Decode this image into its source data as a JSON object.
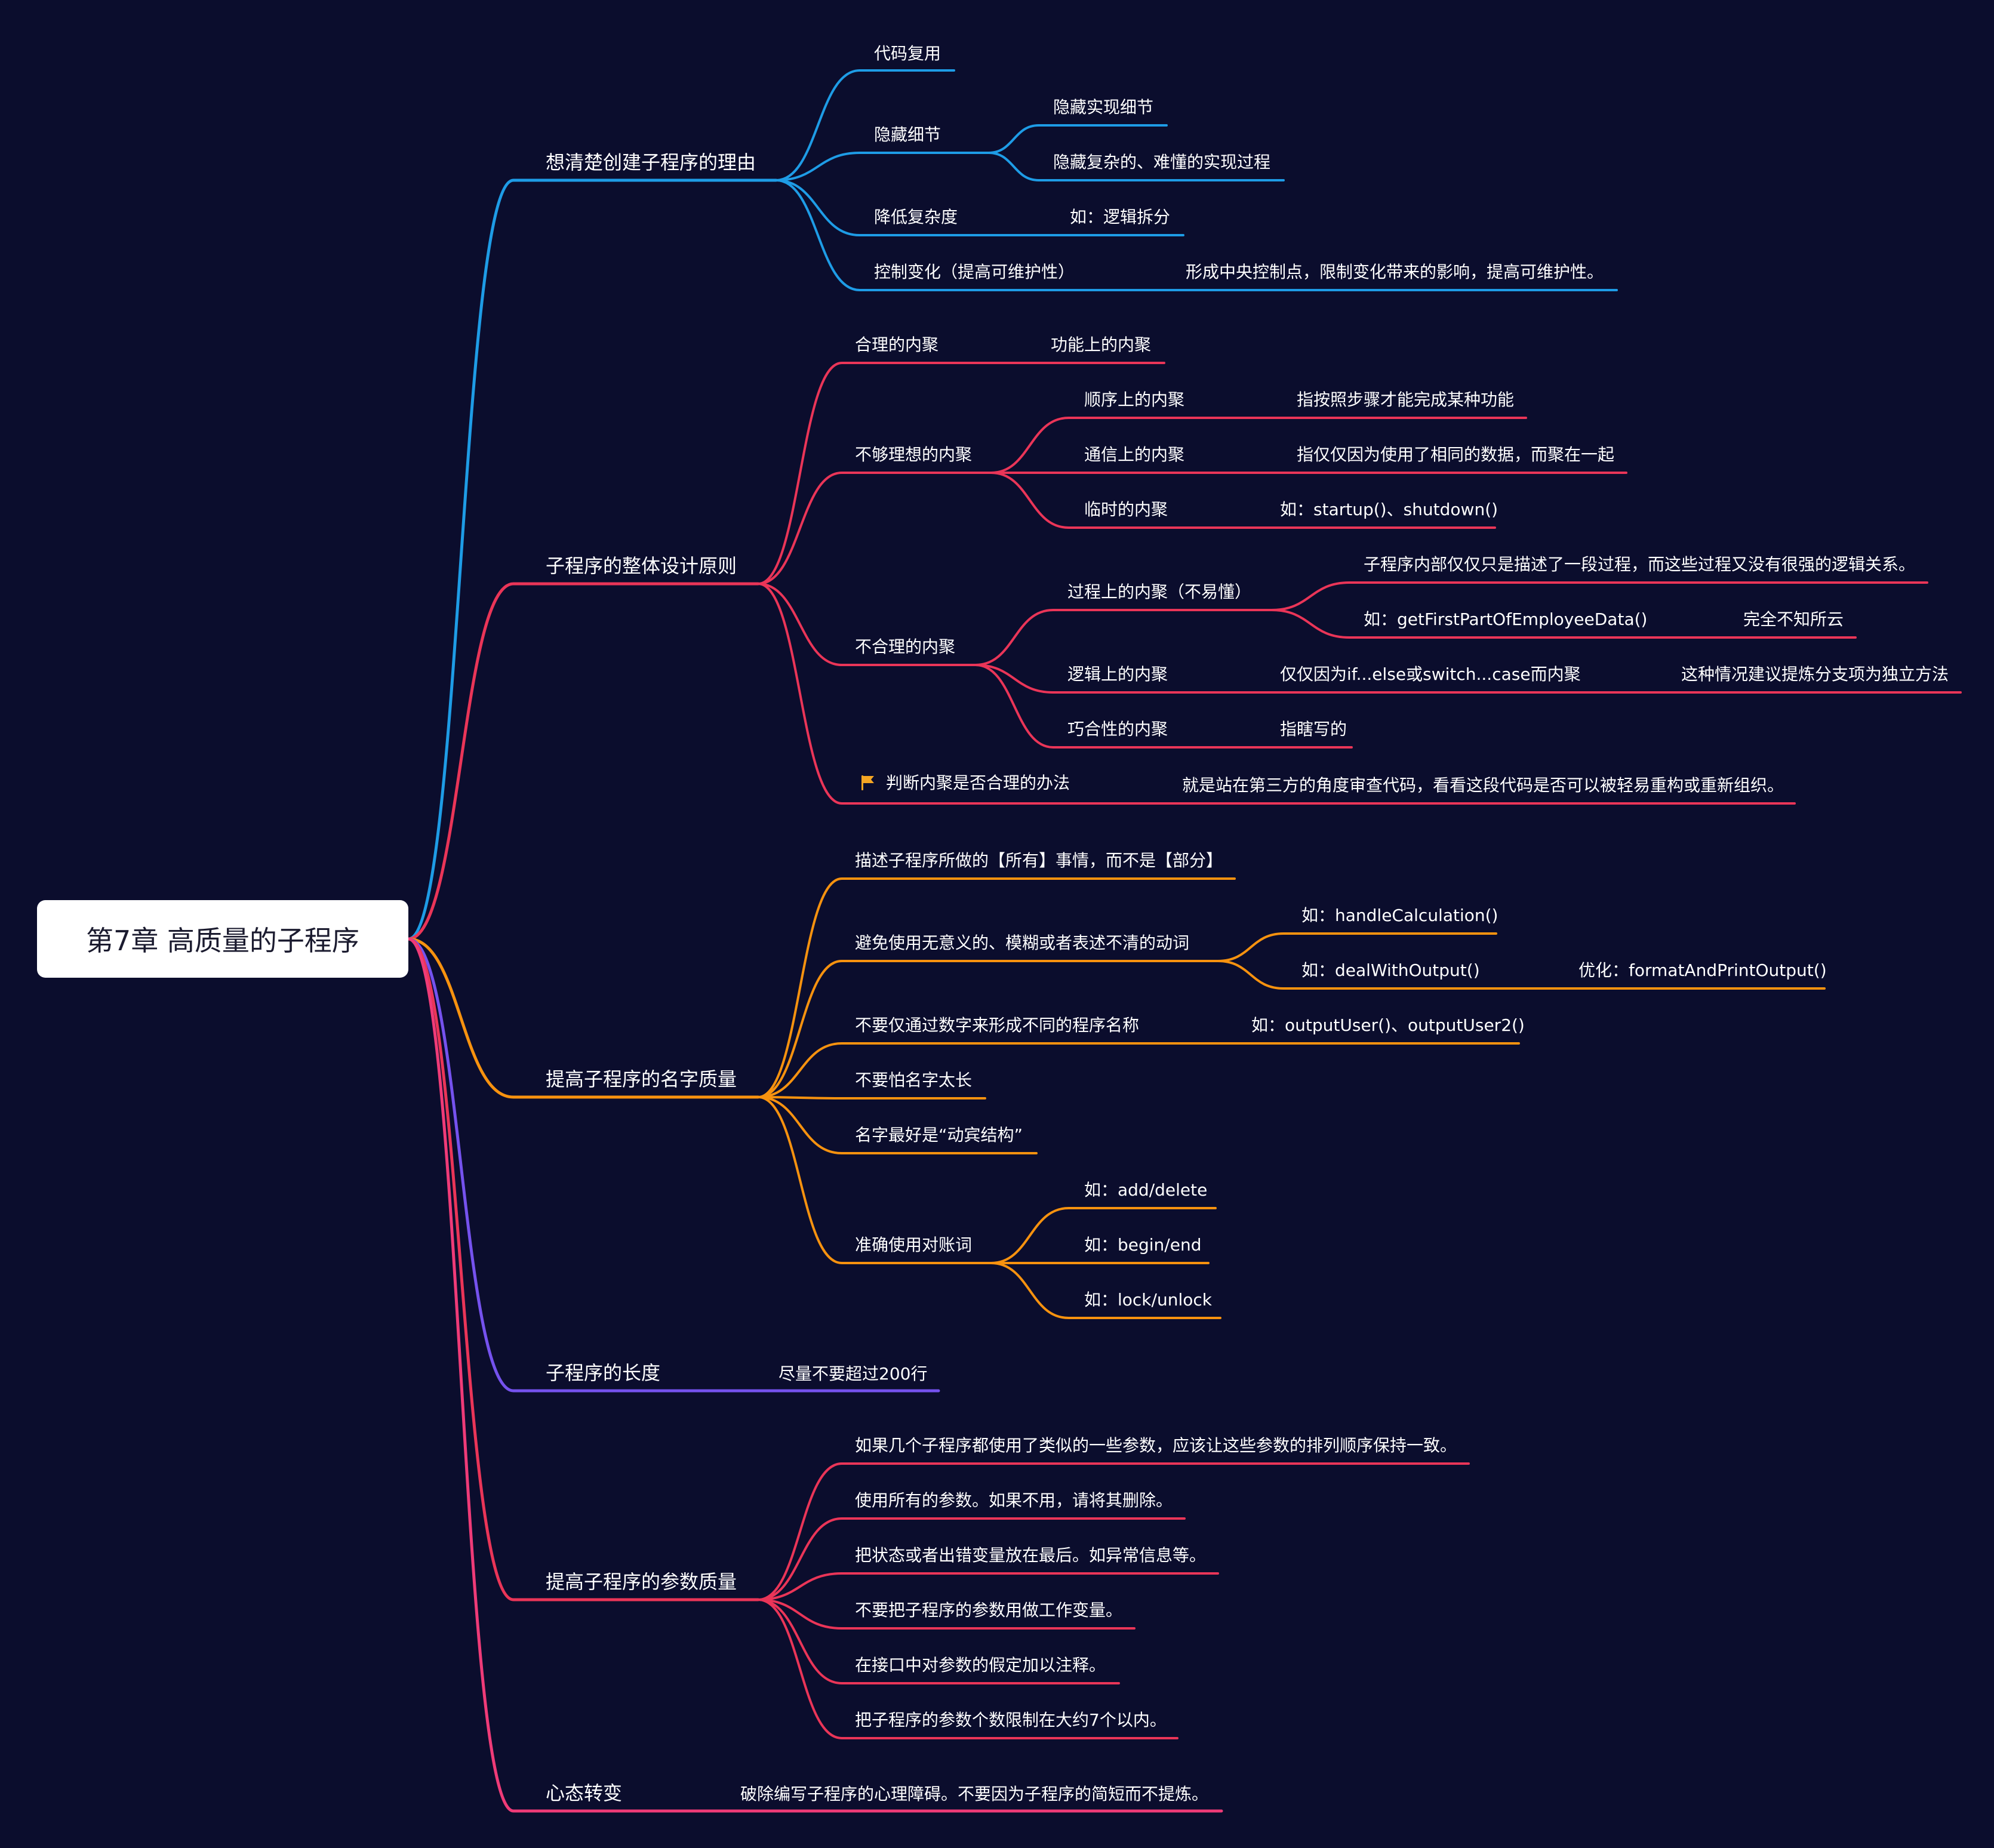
{
  "root": {
    "label": "第7章 高质量的子程序"
  },
  "colors": {
    "background": "#0b0d2d",
    "blue": "#1e9ce6",
    "red": "#ea3558",
    "orange": "#f7920f",
    "purple": "#7552ee",
    "pink": "#ef3b78",
    "flag": "#f5a623"
  },
  "branches": [
    {
      "label": "想清楚创建子程序的理由",
      "color": "#1e9ce6",
      "children": [
        {
          "label": "代码复用"
        },
        {
          "label": "隐藏细节",
          "children": [
            {
              "label": "隐藏实现细节"
            },
            {
              "label": "隐藏复杂的、难懂的实现过程"
            }
          ]
        },
        {
          "label": "降低复杂度",
          "children": [
            {
              "label": "如：逻辑拆分"
            }
          ]
        },
        {
          "label": "控制变化（提高可维护性）",
          "children": [
            {
              "label": "形成中央控制点，限制变化带来的影响，提高可维护性。"
            }
          ]
        }
      ]
    },
    {
      "label": "子程序的整体设计原则",
      "color": "#ea3558",
      "children": [
        {
          "label": "合理的内聚",
          "children": [
            {
              "label": "功能上的内聚"
            }
          ]
        },
        {
          "label": "不够理想的内聚",
          "children": [
            {
              "label": "顺序上的内聚",
              "children": [
                {
                  "label": "指按照步骤才能完成某种功能"
                }
              ]
            },
            {
              "label": "通信上的内聚",
              "children": [
                {
                  "label": "指仅仅因为使用了相同的数据，而聚在一起"
                }
              ]
            },
            {
              "label": "临时的内聚",
              "children": [
                {
                  "label": "如：startup()、shutdown()"
                }
              ]
            }
          ]
        },
        {
          "label": "不合理的内聚",
          "children": [
            {
              "label": "过程上的内聚（不易懂）",
              "children": [
                {
                  "label": "子程序内部仅仅只是描述了一段过程，而这些过程又没有很强的逻辑关系。"
                },
                {
                  "label": "如：getFirstPartOfEmployeeData()",
                  "children": [
                    {
                      "label": "完全不知所云"
                    }
                  ]
                }
              ]
            },
            {
              "label": "逻辑上的内聚",
              "children": [
                {
                  "label": "仅仅因为if...else或switch...case而内聚",
                  "children": [
                    {
                      "label": "这种情况建议提炼分支项为独立方法"
                    }
                  ]
                }
              ]
            },
            {
              "label": "巧合性的内聚",
              "children": [
                {
                  "label": "指瞎写的"
                }
              ]
            }
          ]
        },
        {
          "label": "判断内聚是否合理的办法",
          "icon": "flag-icon",
          "children": [
            {
              "label": "就是站在第三方的角度审查代码，看看这段代码是否可以被轻易重构或重新组织。"
            }
          ]
        }
      ]
    },
    {
      "label": "提高子程序的名字质量",
      "color": "#f7920f",
      "children": [
        {
          "label": "描述子程序所做的【所有】事情，而不是【部分】"
        },
        {
          "label": "避免使用无意义的、模糊或者表述不清的动词",
          "children": [
            {
              "label": "如：handleCalculation()"
            },
            {
              "label": "如：dealWithOutput()",
              "children": [
                {
                  "label": "优化：formatAndPrintOutput()"
                }
              ]
            }
          ]
        },
        {
          "label": "不要仅通过数字来形成不同的程序名称",
          "children": [
            {
              "label": "如：outputUser()、outputUser2()"
            }
          ]
        },
        {
          "label": "不要怕名字太长"
        },
        {
          "label": "名字最好是“动宾结构”"
        },
        {
          "label": "准确使用对账词",
          "children": [
            {
              "label": "如：add/delete"
            },
            {
              "label": "如：begin/end"
            },
            {
              "label": "如：lock/unlock"
            }
          ]
        }
      ]
    },
    {
      "label": "子程序的长度",
      "color": "#7552ee",
      "children": [
        {
          "label": "尽量不要超过200行"
        }
      ]
    },
    {
      "label": "提高子程序的参数质量",
      "color": "#ea3558",
      "children": [
        {
          "label": "如果几个子程序都使用了类似的一些参数，应该让这些参数的排列顺序保持一致。"
        },
        {
          "label": "使用所有的参数。如果不用，请将其删除。"
        },
        {
          "label": "把状态或者出错变量放在最后。如异常信息等。"
        },
        {
          "label": "不要把子程序的参数用做工作变量。"
        },
        {
          "label": "在接口中对参数的假定加以注释。"
        },
        {
          "label": "把子程序的参数个数限制在大约7个以内。"
        }
      ]
    },
    {
      "label": "心态转变",
      "color": "#ef3b78",
      "children": [
        {
          "label": "破除编写子程序的心理障碍。不要因为子程序的简短而不提炼。"
        }
      ]
    }
  ]
}
